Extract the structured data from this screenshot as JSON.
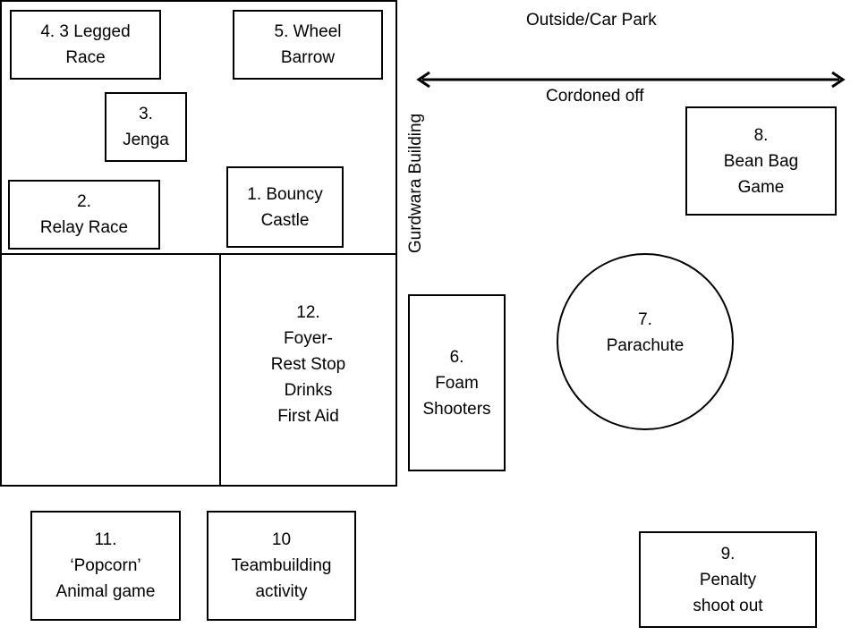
{
  "labels": {
    "outside": "Outside/Car Park",
    "cordoned": "Cordoned off",
    "building": "Gurdwara Building"
  },
  "stations": {
    "s1": [
      "1. Bouncy",
      "Castle"
    ],
    "s2": [
      "2.",
      "Relay Race"
    ],
    "s3": [
      "3.",
      "Jenga"
    ],
    "s4": [
      "4. 3 Legged",
      "Race"
    ],
    "s5": [
      "5. Wheel",
      "Barrow"
    ],
    "s6": [
      "6.",
      "Foam",
      "Shooters"
    ],
    "s7": [
      "7.",
      "Parachute"
    ],
    "s8": [
      "8.",
      "Bean Bag",
      "Game"
    ],
    "s9": [
      "9.",
      "Penalty",
      "shoot out"
    ],
    "s10": [
      "10",
      "Teambuilding",
      "activity"
    ],
    "s11": [
      "11.",
      "‘Popcorn’",
      "Animal game"
    ],
    "s12": [
      "12.",
      "Foyer-",
      "Rest Stop",
      "Drinks",
      "First Aid"
    ]
  }
}
